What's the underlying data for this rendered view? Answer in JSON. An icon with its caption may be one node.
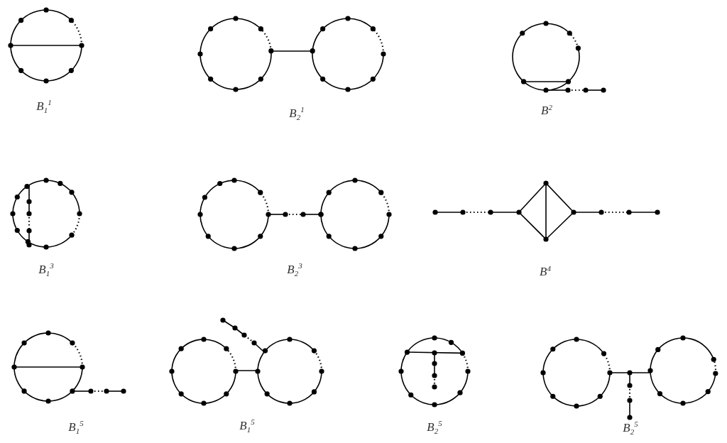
{
  "diagram": {
    "nodes": [
      {
        "text": [
          "B$_{1}$$^{1}$"
        ]
      },
      {
        "text": [
          "B$_{2}$$^{1}$"
        ]
      },
      {
        "text": [
          "B$^{2}$"
        ]
      },
      {
        "text": [
          "B$_{1}$$^{3}$"
        ]
      },
      {
        "text": [
          "B$_{2}$$^{3}$"
        ]
      },
      {
        "text": [
          "B$^{4}$"
        ]
      },
      {
        "text": [
          "B$_{1}$$^{5}$"
        ]
      },
      {
        "text": [
          "B$_{1}$$^{5}$"
        ]
      },
      {
        "text": [
          "B$_{2}$$^{5}$"
        ]
      },
      {
        "text": [
          "B$_{2}$$^{5}$"
        ]
      }
    ]
  }
}
